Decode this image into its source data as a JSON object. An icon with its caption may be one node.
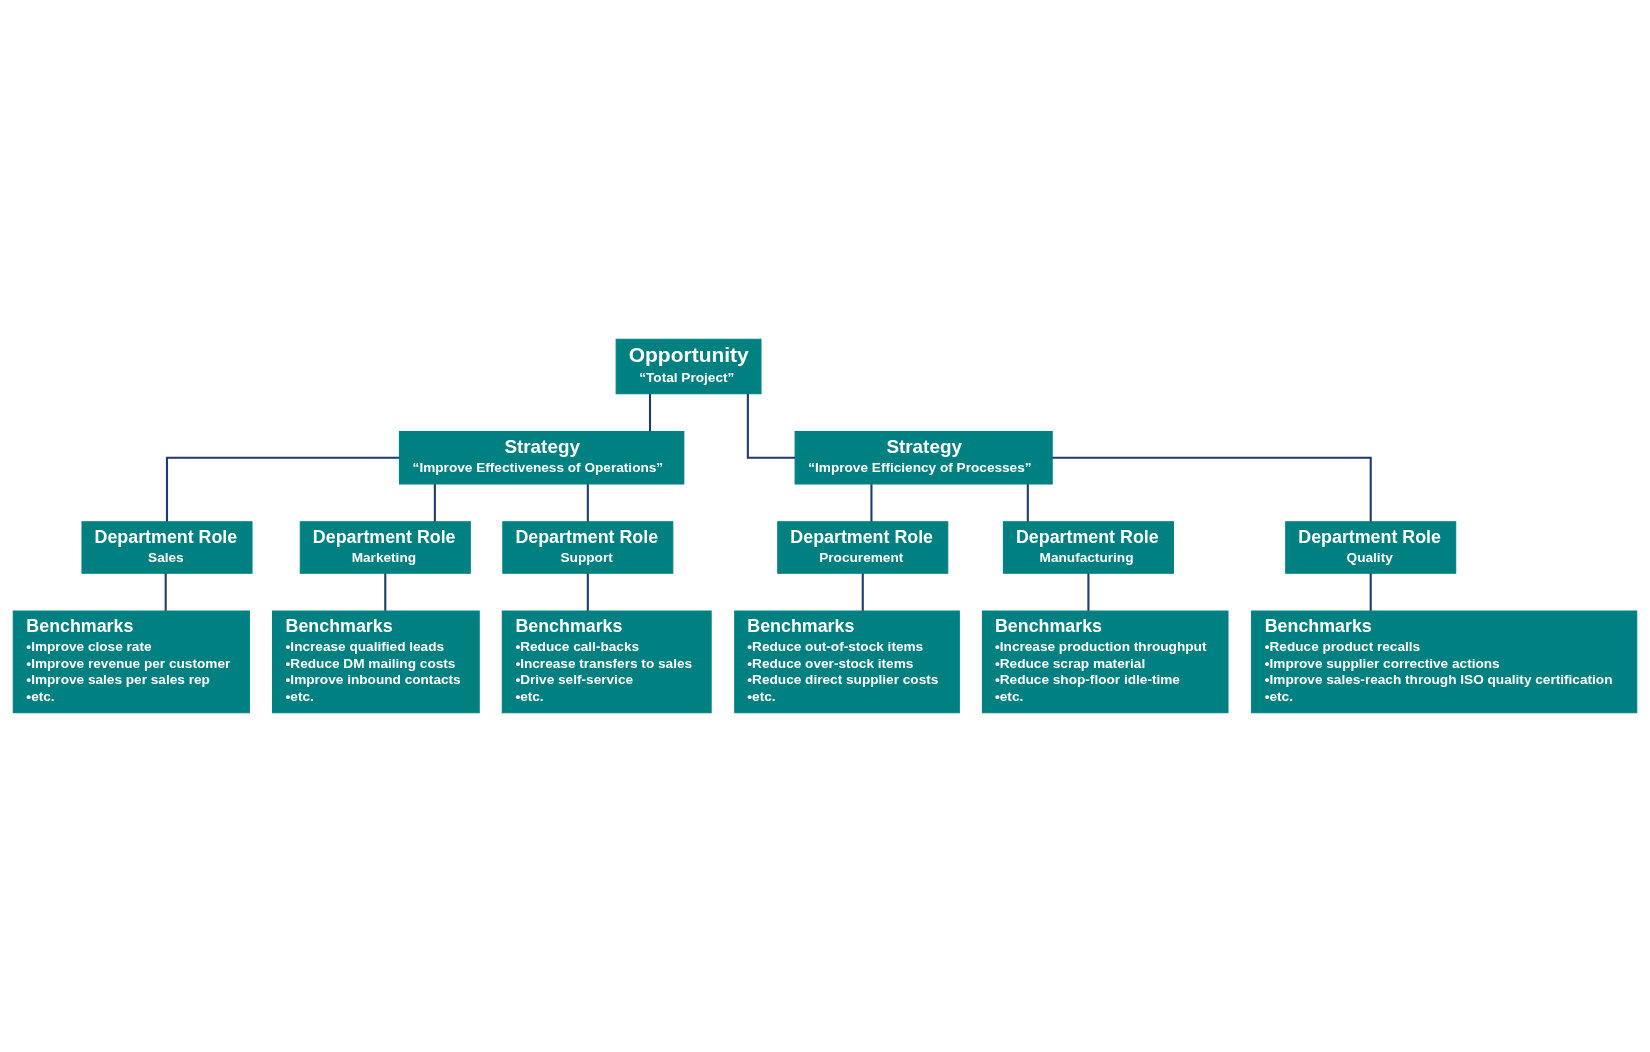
{
  "diagram": {
    "nodes": [
      {
        "text": [
          "Opportunity",
          "“Total Project”"
        ]
      },
      {
        "text": [
          "Strategy",
          "“Improve Effectiveness of Operations”"
        ]
      },
      {
        "text": [
          "Strategy",
          "“Improve Efficiency of Processes”"
        ]
      },
      {
        "text": [
          "Department Role",
          "Sales"
        ]
      },
      {
        "text": [
          "Department Role",
          "Marketing"
        ]
      },
      {
        "text": [
          "Department Role",
          "Support"
        ]
      },
      {
        "text": [
          "Department Role",
          "Procurement"
        ]
      },
      {
        "text": [
          "Department Role",
          "Manufacturing"
        ]
      },
      {
        "text": [
          "Department Role",
          "Quality"
        ]
      },
      {
        "text": [
          "Benchmarks",
          "•Improve close rate",
          "•Improve revenue per customer",
          "•Improve sales per sales rep",
          "•etc."
        ]
      },
      {
        "text": [
          "Benchmarks",
          "•Increase qualified leads",
          "•Reduce DM mailing costs",
          "•Improve inbound contacts",
          "•etc."
        ]
      },
      {
        "text": [
          "Benchmarks",
          "•Reduce call-backs",
          "•Increase transfers to sales",
          "•Drive self-service",
          "•etc."
        ]
      },
      {
        "text": [
          "Benchmarks",
          "•Reduce out-of-stock items",
          "•Reduce over-stock items",
          "•Reduce direct supplier costs",
          "•etc."
        ]
      },
      {
        "text": [
          "Benchmarks",
          "•Increase production throughput",
          "•Reduce scrap material",
          "•Reduce shop-floor idle-time",
          "•etc."
        ]
      },
      {
        "text": [
          "Benchmarks",
          "•Reduce product recalls",
          "•Improve supplier corrective actions",
          "•Improve sales-reach through ISO quality certification",
          "•etc."
        ]
      }
    ],
    "edges": [
      {
        "from": 0,
        "to": 1,
        "arrow": "none"
      },
      {
        "from": 0,
        "to": 2,
        "arrow": "none"
      },
      {
        "from": 1,
        "to": 3,
        "arrow": "none"
      },
      {
        "from": 1,
        "to": 4,
        "arrow": "none"
      },
      {
        "from": 1,
        "to": 5,
        "arrow": "none"
      },
      {
        "from": 2,
        "to": 6,
        "arrow": "none"
      },
      {
        "from": 2,
        "to": 7,
        "arrow": "none"
      },
      {
        "from": 2,
        "to": 8,
        "arrow": "none"
      },
      {
        "from": 3,
        "to": 9,
        "arrow": "none"
      },
      {
        "from": 4,
        "to": 10,
        "arrow": "none"
      },
      {
        "from": 5,
        "to": 11,
        "arrow": "none"
      },
      {
        "from": 6,
        "to": 12,
        "arrow": "none"
      },
      {
        "from": 7,
        "to": 13,
        "arrow": "none"
      },
      {
        "from": 8,
        "to": 14,
        "arrow": "none"
      }
    ]
  }
}
